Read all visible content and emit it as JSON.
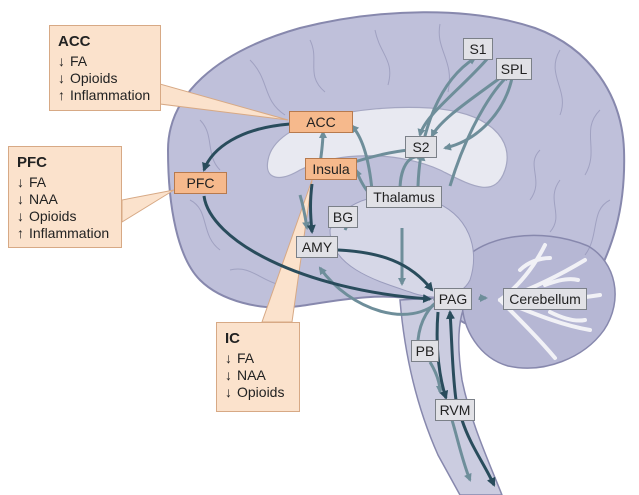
{
  "colors": {
    "brain_fill": "#bfc0da",
    "brain_stroke": "#8788ad",
    "inner_fill": "#e8e9f1",
    "arrow_light": "#6e8e9a",
    "arrow_dark": "#294c5c",
    "highlight": "#f6b98c",
    "callout_bg": "#fbe2cc"
  },
  "regions": {
    "s1": "S1",
    "spl": "SPL",
    "acc": "ACC",
    "s2": "S2",
    "insula": "Insula",
    "pfc": "PFC",
    "thalamus": "Thalamus",
    "bg": "BG",
    "amy": "AMY",
    "pag": "PAG",
    "cerebellum": "Cerebellum",
    "pb": "PB",
    "rvm": "RVM"
  },
  "callouts": {
    "acc": {
      "title": "ACC",
      "items": [
        {
          "arrow": "↓",
          "text": "FA"
        },
        {
          "arrow": "↓",
          "text": "Opioids"
        },
        {
          "arrow": "↑",
          "text": "Inflammation"
        }
      ]
    },
    "pfc": {
      "title": "PFC",
      "items": [
        {
          "arrow": "↓",
          "text": "FA"
        },
        {
          "arrow": "↓",
          "text": "NAA"
        },
        {
          "arrow": "↓",
          "text": "Opioids"
        },
        {
          "arrow": "↑",
          "text": "Inflammation"
        }
      ]
    },
    "ic": {
      "title": "IC",
      "items": [
        {
          "arrow": "↓",
          "text": "FA"
        },
        {
          "arrow": "↓",
          "text": "NAA"
        },
        {
          "arrow": "↓",
          "text": "Opioids"
        }
      ]
    }
  }
}
